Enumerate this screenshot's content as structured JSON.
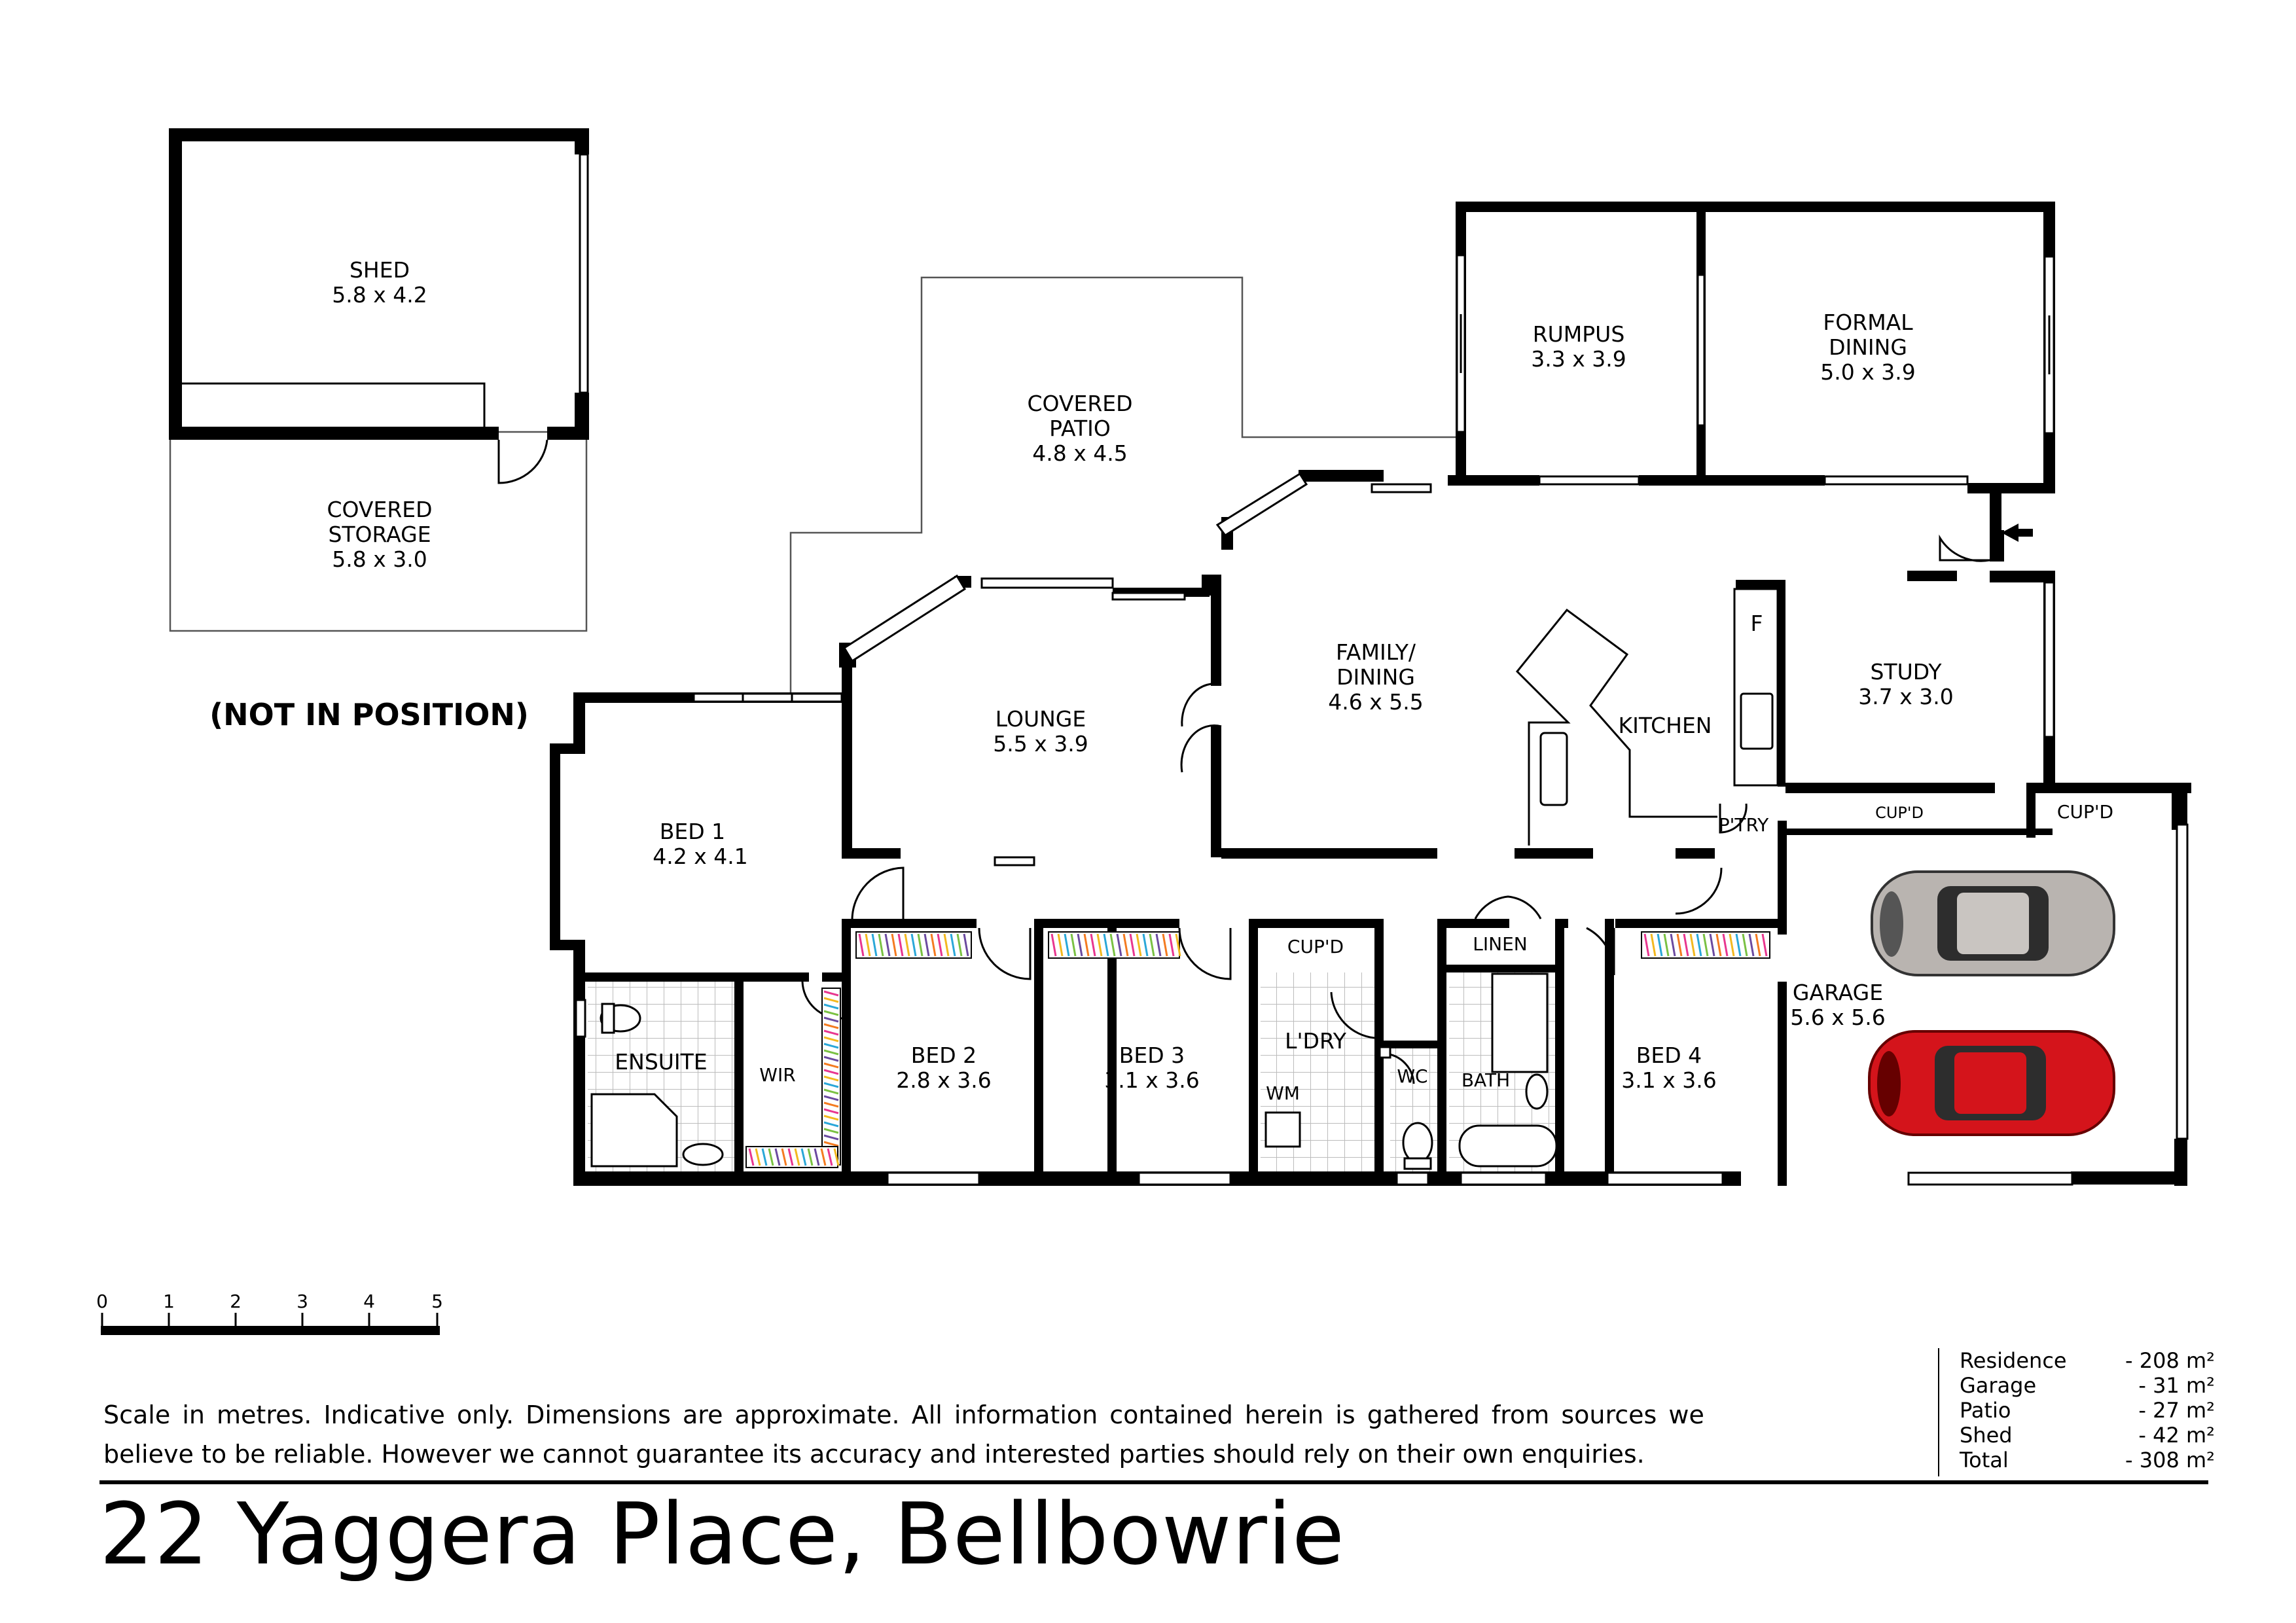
{
  "title": "22 Yaggera Place, Bellbowrie",
  "disclaimer": [
    "Scale in metres. Indicative only. Dimensions are approximate.  All information contained herein is gathered from sources we",
    "believe to be reliable. However we cannot guarantee its accuracy and interested parties should rely on their own enquiries."
  ],
  "not_in_position": "(NOT IN POSITION)",
  "scale_ticks": [
    "0",
    "1",
    "2",
    "3",
    "4",
    "5"
  ],
  "rooms": {
    "shed": {
      "name": "SHED",
      "dims": "5.8 x 4.2"
    },
    "covered_storage": {
      "name": "COVERED",
      "name2": "STORAGE",
      "dims": "5.8 x 3.0"
    },
    "covered_patio": {
      "name": "COVERED",
      "name2": "PATIO",
      "dims": "4.8 x 4.5"
    },
    "rumpus": {
      "name": "RUMPUS",
      "dims": "3.3 x 3.9"
    },
    "formal_dining": {
      "name": "FORMAL",
      "name2": "DINING",
      "dims": "5.0 x 3.9"
    },
    "lounge": {
      "name": "LOUNGE",
      "dims": "5.5 x 3.9"
    },
    "family_dining": {
      "name": "FAMILY/",
      "name2": "DINING",
      "dims": "4.6 x 5.5"
    },
    "kitchen": {
      "name": "KITCHEN"
    },
    "study": {
      "name": "STUDY",
      "dims": "3.7 x 3.0"
    },
    "bed1": {
      "name": "BED 1",
      "dims": "4.2 x 4.1"
    },
    "bed2": {
      "name": "BED 2",
      "dims": "2.8 x 3.6"
    },
    "bed3": {
      "name": "BED 3",
      "dims": "3.1 x 3.6"
    },
    "bed4": {
      "name": "BED 4",
      "dims": "3.1 x 3.6"
    },
    "garage": {
      "name": "GARAGE",
      "dims": "5.6 x 5.6"
    },
    "ensuite": {
      "name": "ENSUITE"
    },
    "wir": {
      "name": "WIR"
    },
    "laundry": {
      "name": "L'DRY"
    },
    "wc": {
      "name": "WC"
    },
    "bath": {
      "name": "BATH"
    },
    "linen": {
      "name": "LINEN"
    },
    "pantry": {
      "name": "P'TRY"
    },
    "cupd_laundry": {
      "name": "CUP'D"
    },
    "cupd_garage1": {
      "name": "CUP'D"
    },
    "cupd_garage2": {
      "name": "CUP'D"
    },
    "fridge": {
      "name": "F"
    },
    "washer": {
      "name": "WM"
    }
  },
  "areas": [
    {
      "label": "Residence",
      "value": "- 208 m²"
    },
    {
      "label": "Garage",
      "value": "- 31 m²"
    },
    {
      "label": "Patio",
      "value": "- 27 m²"
    },
    {
      "label": "Shed",
      "value": "- 42 m²"
    },
    {
      "label": "Total",
      "value": "- 308 m²"
    }
  ],
  "colors": {
    "car_grey": "#b9b4b0",
    "car_red": "#d4141b",
    "wardrobe": [
      "#e8368f",
      "#f3b81f",
      "#2aa7d8",
      "#7ac143",
      "#6b4aa0",
      "#f47b20"
    ]
  }
}
